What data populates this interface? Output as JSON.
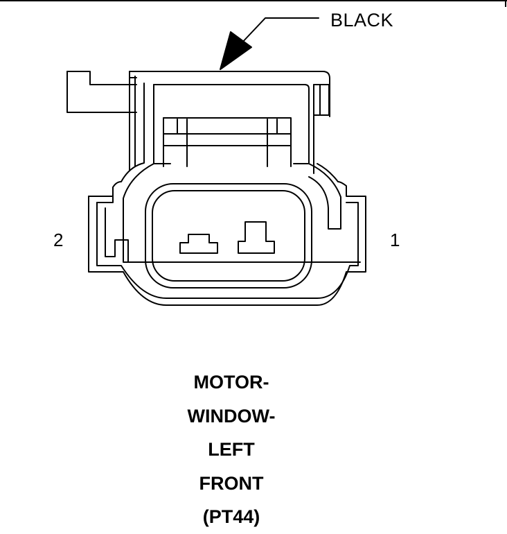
{
  "diagram": {
    "wire_color_label": "BLACK",
    "pin_labels": {
      "left": "2",
      "right": "1"
    },
    "title_lines": [
      "MOTOR-",
      "WINDOW-",
      "LEFT",
      "FRONT",
      "(PT44)"
    ]
  }
}
